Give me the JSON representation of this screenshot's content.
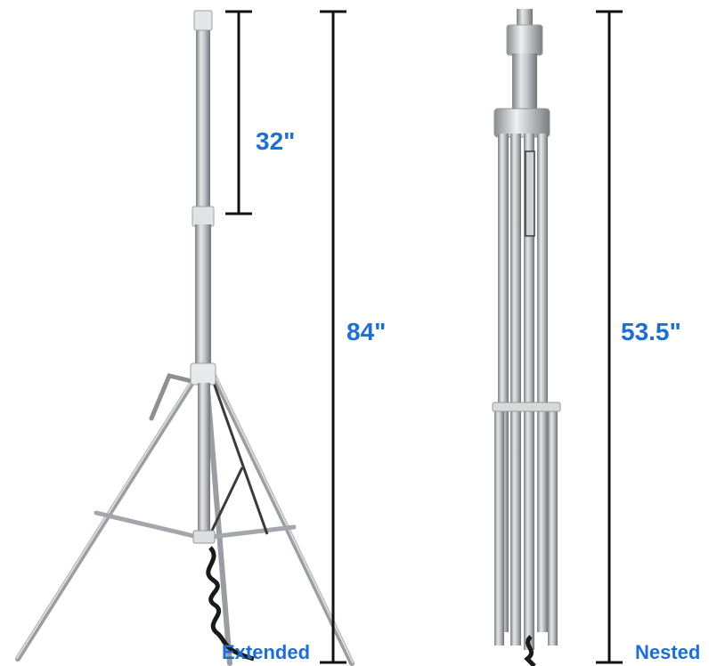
{
  "accent_color": "#1d6fd0",
  "left_stand": {
    "caption": "Extended",
    "upper_section_dimension": "32\"",
    "total_height_dimension": "84\""
  },
  "right_stand": {
    "caption": "Nested",
    "total_height_dimension": "53.5\""
  }
}
